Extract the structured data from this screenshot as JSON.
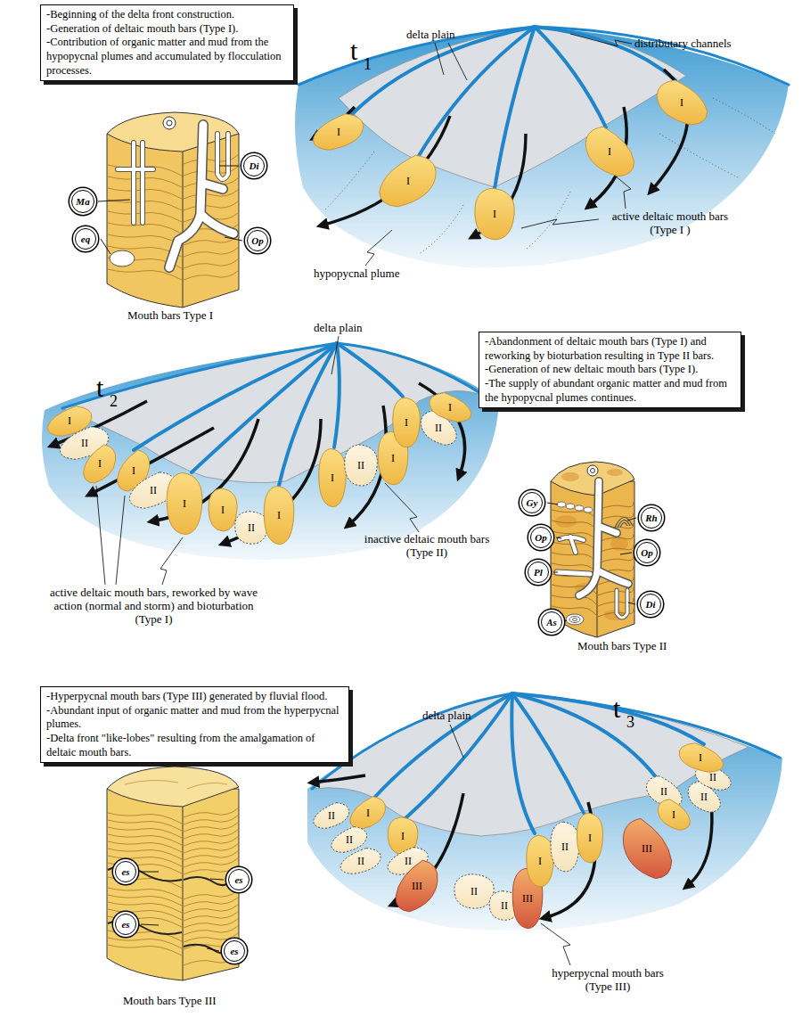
{
  "diagram": {
    "nodes": [
      {
        "text": [
          "-Beginning of the delta front construction.",
          "-Generation of deltaic mouth bars (Type I).",
          "-Contribution of organic matter and mud from the hypopycnal plumes and accumulated by flocculation processes."
        ]
      },
      {
        "text": [
          "Di"
        ]
      },
      {
        "text": [
          "Ma"
        ]
      },
      {
        "text": [
          "eq"
        ]
      },
      {
        "text": [
          "Op"
        ]
      },
      {
        "text": [
          "I"
        ]
      },
      {
        "text": [
          "I"
        ]
      },
      {
        "text": [
          "I"
        ]
      },
      {
        "text": [
          "I"
        ]
      },
      {
        "text": [
          "I"
        ]
      },
      {
        "text": [
          "-Abandonment of deltaic mouth bars (Type I) and reworking by bioturbation resulting in Type II bars.",
          "-Generation of new deltaic mouth bars (Type I).",
          "-The supply of abundant organic matter and mud from the hypopycnal plumes continues."
        ]
      },
      {
        "text": [
          "Gy"
        ]
      },
      {
        "text": [
          "Rh"
        ]
      },
      {
        "text": [
          "Op"
        ]
      },
      {
        "text": [
          "Op"
        ]
      },
      {
        "text": [
          "Pl"
        ]
      },
      {
        "text": [
          "As"
        ]
      },
      {
        "text": [
          "Di"
        ]
      },
      {
        "text": [
          "I"
        ]
      },
      {
        "text": [
          "II"
        ]
      },
      {
        "text": [
          "I"
        ]
      },
      {
        "text": [
          "I"
        ]
      },
      {
        "text": [
          "II"
        ]
      },
      {
        "text": [
          "I"
        ]
      },
      {
        "text": [
          "I"
        ]
      },
      {
        "text": [
          "II"
        ]
      },
      {
        "text": [
          "I"
        ]
      },
      {
        "text": [
          "I"
        ]
      },
      {
        "text": [
          "II"
        ]
      },
      {
        "text": [
          "I"
        ]
      },
      {
        "text": [
          "I"
        ]
      },
      {
        "text": [
          "II"
        ]
      },
      {
        "text": [
          "I"
        ]
      },
      {
        "text": [
          "-Hyperpycnal mouth bars (Type III) generated by fluvial flood.",
          "-Abundant input of organic matter and mud from the hyperpycnal plumes.",
          "-Delta front \"like-lobes\" resulting from the amalgamation of deltaic mouth bars."
        ]
      },
      {
        "text": [
          "es"
        ]
      },
      {
        "text": [
          "es"
        ]
      },
      {
        "text": [
          "es"
        ]
      },
      {
        "text": [
          "es"
        ]
      },
      {
        "text": [
          "II"
        ]
      },
      {
        "text": [
          "I"
        ]
      },
      {
        "text": [
          "II"
        ]
      },
      {
        "text": [
          "II"
        ]
      },
      {
        "text": [
          "I"
        ]
      },
      {
        "text": [
          "II"
        ]
      },
      {
        "text": [
          "III"
        ]
      },
      {
        "text": [
          "II"
        ]
      },
      {
        "text": [
          "II"
        ]
      },
      {
        "text": [
          "III"
        ]
      },
      {
        "text": [
          "I"
        ]
      },
      {
        "text": [
          "II"
        ]
      },
      {
        "text": [
          "I"
        ]
      },
      {
        "text": [
          "III"
        ]
      },
      {
        "text": [
          "II"
        ]
      },
      {
        "text": [
          "I"
        ]
      },
      {
        "text": [
          "II"
        ]
      },
      {
        "text": [
          "II"
        ]
      },
      {
        "text": [
          "I"
        ]
      }
    ],
    "labels": [
      "t",
      "1",
      "delta plain",
      "distributary channels",
      "active deltaic mouth bars (Type I )",
      "hypopycnal plume",
      "Mouth bars Type I",
      "delta plain",
      "t",
      "2",
      "inactive deltaic mouth bars (Type II)",
      "active deltaic mouth bars, reworked by wave action (normal and storm) and bioturbation (Type I)",
      "Mouth bars Type II",
      "delta plain",
      "t",
      "3",
      "hyperpycnal mouth bars (Type III)",
      "Mouth bars Type III"
    ]
  }
}
